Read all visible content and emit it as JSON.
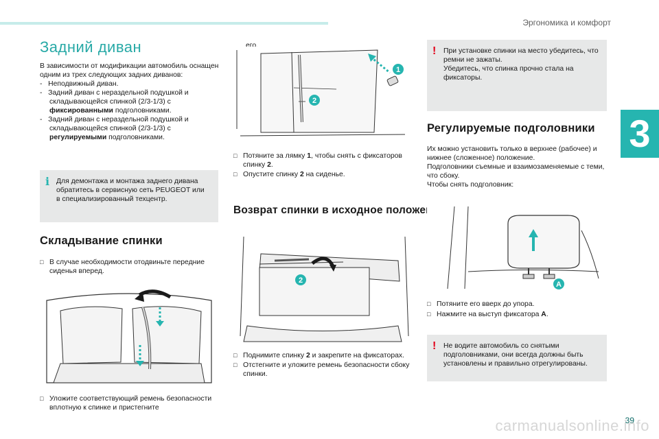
{
  "header": {
    "section": "Эргономика и комфорт",
    "chapter": "3",
    "page": "39",
    "watermark": "carmanualsonline.info"
  },
  "col1": {
    "title": "Задний диван",
    "intro": "В зависимости от модификации автомобиль оснащен одним из трех следующих задних диванов:",
    "items": [
      {
        "pre": "Неподвижный диван.",
        "bold": "",
        "post": ""
      },
      {
        "pre": "Задний диван с неразде­льной подушкой и складывающейся спинкой (2/3-1/3) с ",
        "bold": "фиксированными",
        "post": " подголовниками."
      },
      {
        "pre": "Задний диван с неразде­льной подушкой и складывающейся спинкой (2/3-1/3) с ",
        "bold": "регулируемыми",
        "post": " подголовниками."
      }
    ],
    "info": "Для демонтажа и монтажа заднего дивана обратитесь в сервисную сеть PEUGEOT или в специализированный техцентр.",
    "fold_title": "Складывание спинки",
    "fold_step1": "В случае необходимости отодвиньте передние сиденья вперед.",
    "fold_step2": "Уложите соответствующий ремень безопасности вплотную к спинке и пристегните"
  },
  "col2": {
    "cont": "его.",
    "step_a_pre": "Потяните за лямку ",
    "step_a_num": "1",
    "step_a_post": ", чтобы снять с фиксаторов спинку ",
    "step_a_num2": "2",
    "step_a_end": ".",
    "step_b_pre": "Опустите спинку ",
    "step_b_num": "2",
    "step_b_post": " на сиденье.",
    "return_title": "Возврат спинки в исходное положение",
    "step_c_pre": "Поднимите спинку ",
    "step_c_num": "2",
    "step_c_post": " и закрепите на фиксаторах.",
    "step_d": "Отстегните и уложите ремень безопасности сбоку спинки."
  },
  "col3": {
    "warn1_a": "При установке спинки на место убедитесь, что ремни не зажаты.",
    "warn1_b": "Убедитесь, что спинка прочно стала на фиксаторы.",
    "head_title": "Регулируемые подголовники",
    "head_p1": "Их можно установить только в верхнее (рабочее) и нижнее (сложенное) положение.",
    "head_p2": "Подголовники съемные и взаимозаменяемые с теми, что сбоку.",
    "head_p3": "Чтобы снять подголовник:",
    "step_e": "Потяните его вверх до упора.",
    "step_f_pre": "Нажмите на выступ фиксатора ",
    "step_f_bold": "A",
    "step_f_post": ".",
    "warn2": "Не водите автомобиль со снятыми подголовниками, они всегда должны быть установлены и правильно отрегулированы."
  },
  "callouts": {
    "one": "1",
    "two": "2",
    "a": "A"
  },
  "icons": {
    "info": "i",
    "warn": "!",
    "bullet": ""
  },
  "colors": {
    "accent": "#26b5b0",
    "warning": "#e2001a",
    "box": "#e7e8e8"
  }
}
